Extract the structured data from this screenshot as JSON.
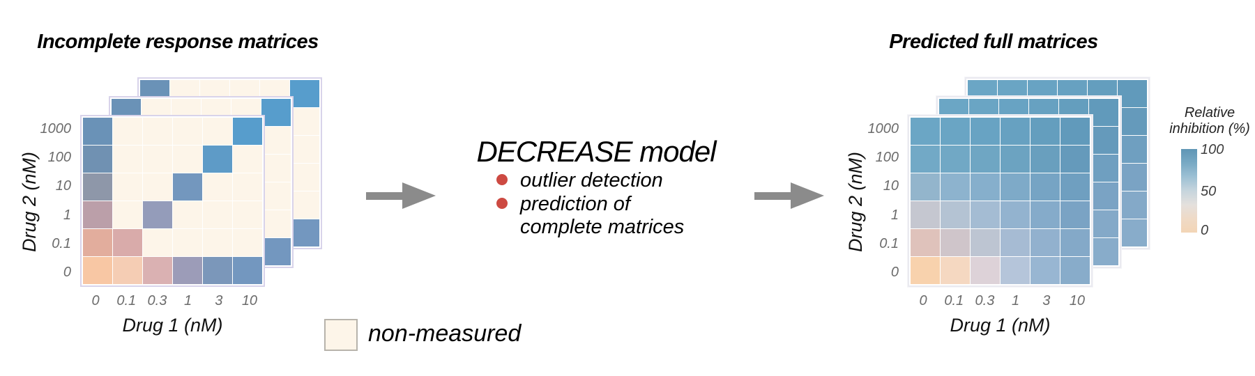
{
  "theme": {
    "arrow": "#8b8b8b",
    "bullet": "#cd4a42",
    "tick_text": "#6b6b6b",
    "panel_border_left": "#d8d3ea",
    "panel_border_right": "#eaeaf0",
    "nonmeasured_fill": "#fdf5e9",
    "nonmeasured_border": "#b7b3ab"
  },
  "left_panel": {
    "title": "Incomplete response matrices",
    "x_axis": {
      "label": "Drug 1 (nM)",
      "ticks": [
        "0",
        "0.1",
        "0.3",
        "1",
        "3",
        "10"
      ]
    },
    "y_axis": {
      "label": "Drug 2 (nM)",
      "ticks": [
        "1000",
        "100",
        "10",
        "1",
        "0.1",
        "0"
      ]
    },
    "stacked_matrices": 3,
    "matrix_colors": [
      [
        "#6a92b7",
        "#fdf5e9",
        "#fdf5e9",
        "#fdf5e9",
        "#fdf5e9",
        "#579dcc"
      ],
      [
        "#7091b2",
        "#fdf5e9",
        "#fdf5e9",
        "#fdf5e9",
        "#5e9bc7",
        "#fdf5e9"
      ],
      [
        "#8e97a9",
        "#fdf5e9",
        "#fdf5e9",
        "#7397be",
        "#fdf5e9",
        "#fdf5e9"
      ],
      [
        "#bb9fa9",
        "#fdf5e9",
        "#949cba",
        "#fdf5e9",
        "#fdf5e9",
        "#fdf5e9"
      ],
      [
        "#e2ad9d",
        "#d9abaa",
        "#fdf5e9",
        "#fdf5e9",
        "#fdf5e9",
        "#fdf5e9"
      ],
      [
        "#f8c7a4",
        "#f5cdb4",
        "#dab1b2",
        "#9c9cb8",
        "#7b97ba",
        "#7397bf"
      ]
    ]
  },
  "flow": {
    "model_title": "DECREASE model",
    "bullets": [
      "outlier detection",
      "prediction of complete matrices"
    ]
  },
  "non_measured_legend": {
    "label": "non-measured"
  },
  "right_panel": {
    "title": "Predicted full matrices",
    "x_axis": {
      "label": "Drug 1 (nM)",
      "ticks": [
        "0",
        "0.1",
        "0.3",
        "1",
        "3",
        "10"
      ]
    },
    "y_axis": {
      "label": "Drug 2 (nM)",
      "ticks": [
        "1000",
        "100",
        "10",
        "1",
        "0.1",
        "0"
      ]
    },
    "stacked_matrices": 3,
    "matrix_colors": [
      [
        "#6ba6c5",
        "#6aa5c4",
        "#68a3c3",
        "#67a1c1",
        "#649ebe",
        "#619abb"
      ],
      [
        "#72a9c6",
        "#71a8c5",
        "#6fa6c3",
        "#6ca3c1",
        "#699fbe",
        "#659abb"
      ],
      [
        "#93b5cc",
        "#8db3ce",
        "#86afcc",
        "#7eaac8",
        "#76a4c4",
        "#6f9fc0"
      ],
      [
        "#c5c7d0",
        "#b4c3d3",
        "#a4bcd3",
        "#93b3cf",
        "#85abca",
        "#7aa3c4"
      ],
      [
        "#dfc2bb",
        "#cfc5ca",
        "#bdc5d2",
        "#a6bbd3",
        "#92b1ce",
        "#84a9c8"
      ],
      [
        "#f8d2ad",
        "#f5d8c1",
        "#ddd2d8",
        "#b5c5da",
        "#98b6d2",
        "#88acca"
      ]
    ]
  },
  "colorbar": {
    "title_line1": "Relative",
    "title_line2": "inhibition (%)",
    "tick_labels": [
      "100",
      "50",
      "0"
    ],
    "gradient_top_to_bottom": [
      "#5f96b5",
      "#78a9c4",
      "#9dc0d4",
      "#c6d5dd",
      "#e4e0dd",
      "#efdac6",
      "#f3d5b6"
    ]
  }
}
